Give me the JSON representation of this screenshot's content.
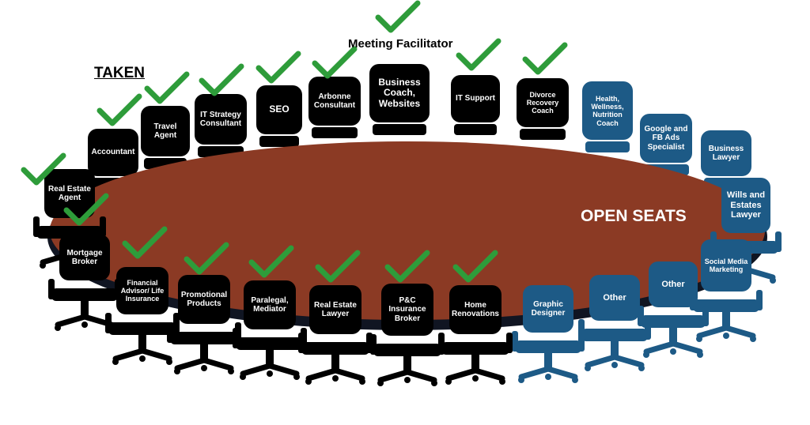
{
  "headings": {
    "taken": "TAKEN",
    "facilitator": "Meeting Facilitator",
    "open_seats": "OPEN SEATS"
  },
  "colors": {
    "taken_chair": "#000000",
    "open_chair": "#1d5a86",
    "table": "#8b3a24",
    "check": "#2e9c3a",
    "label_text": "#ffffff"
  },
  "chairs": [
    {
      "id": "real-estate-agent",
      "label": "Real Estate Agent",
      "status": "taken"
    },
    {
      "id": "accountant",
      "label": "Accountant",
      "status": "taken"
    },
    {
      "id": "travel-agent",
      "label": "Travel Agent",
      "status": "taken"
    },
    {
      "id": "it-strategy-consultant",
      "label": "IT Strategy Consultant",
      "status": "taken"
    },
    {
      "id": "seo",
      "label": "SEO",
      "status": "taken"
    },
    {
      "id": "arbonne-consultant",
      "label": "Arbonne Consultant",
      "status": "taken"
    },
    {
      "id": "business-coach-websites",
      "label": "Business Coach, Websites",
      "status": "taken"
    },
    {
      "id": "it-support",
      "label": "IT Support",
      "status": "taken"
    },
    {
      "id": "divorce-recovery-coach",
      "label": "Divorce Recovery Coach",
      "status": "taken"
    },
    {
      "id": "health-wellness-nutrition-coach",
      "label": "Health, Wellness, Nutrition Coach",
      "status": "open"
    },
    {
      "id": "google-fb-ads-specialist",
      "label": "Google and FB Ads Specialist",
      "status": "open"
    },
    {
      "id": "business-lawyer",
      "label": "Business Lawyer",
      "status": "open"
    },
    {
      "id": "wills-estates-lawyer",
      "label": "Wills and Estates Lawyer",
      "status": "open"
    },
    {
      "id": "social-media-marketing",
      "label": "Social Media Marketing",
      "status": "open"
    },
    {
      "id": "other-1",
      "label": "Other",
      "status": "open"
    },
    {
      "id": "other-2",
      "label": "Other",
      "status": "open"
    },
    {
      "id": "graphic-designer",
      "label": "Graphic Designer",
      "status": "open"
    },
    {
      "id": "home-renovations",
      "label": "Home Renovations",
      "status": "taken"
    },
    {
      "id": "pc-insurance-broker",
      "label": "P&C Insurance Broker",
      "status": "taken"
    },
    {
      "id": "real-estate-lawyer",
      "label": "Real Estate Lawyer",
      "status": "taken"
    },
    {
      "id": "paralegal-mediator",
      "label": "Paralegal, Mediator",
      "status": "taken"
    },
    {
      "id": "promotional-products",
      "label": "Promotional Products",
      "status": "taken"
    },
    {
      "id": "financial-advisor-life-insurance",
      "label": "Financial Advisor/ Life Insurance",
      "status": "taken"
    },
    {
      "id": "mortgage-broker",
      "label": "Mortgage Broker",
      "status": "taken"
    }
  ]
}
